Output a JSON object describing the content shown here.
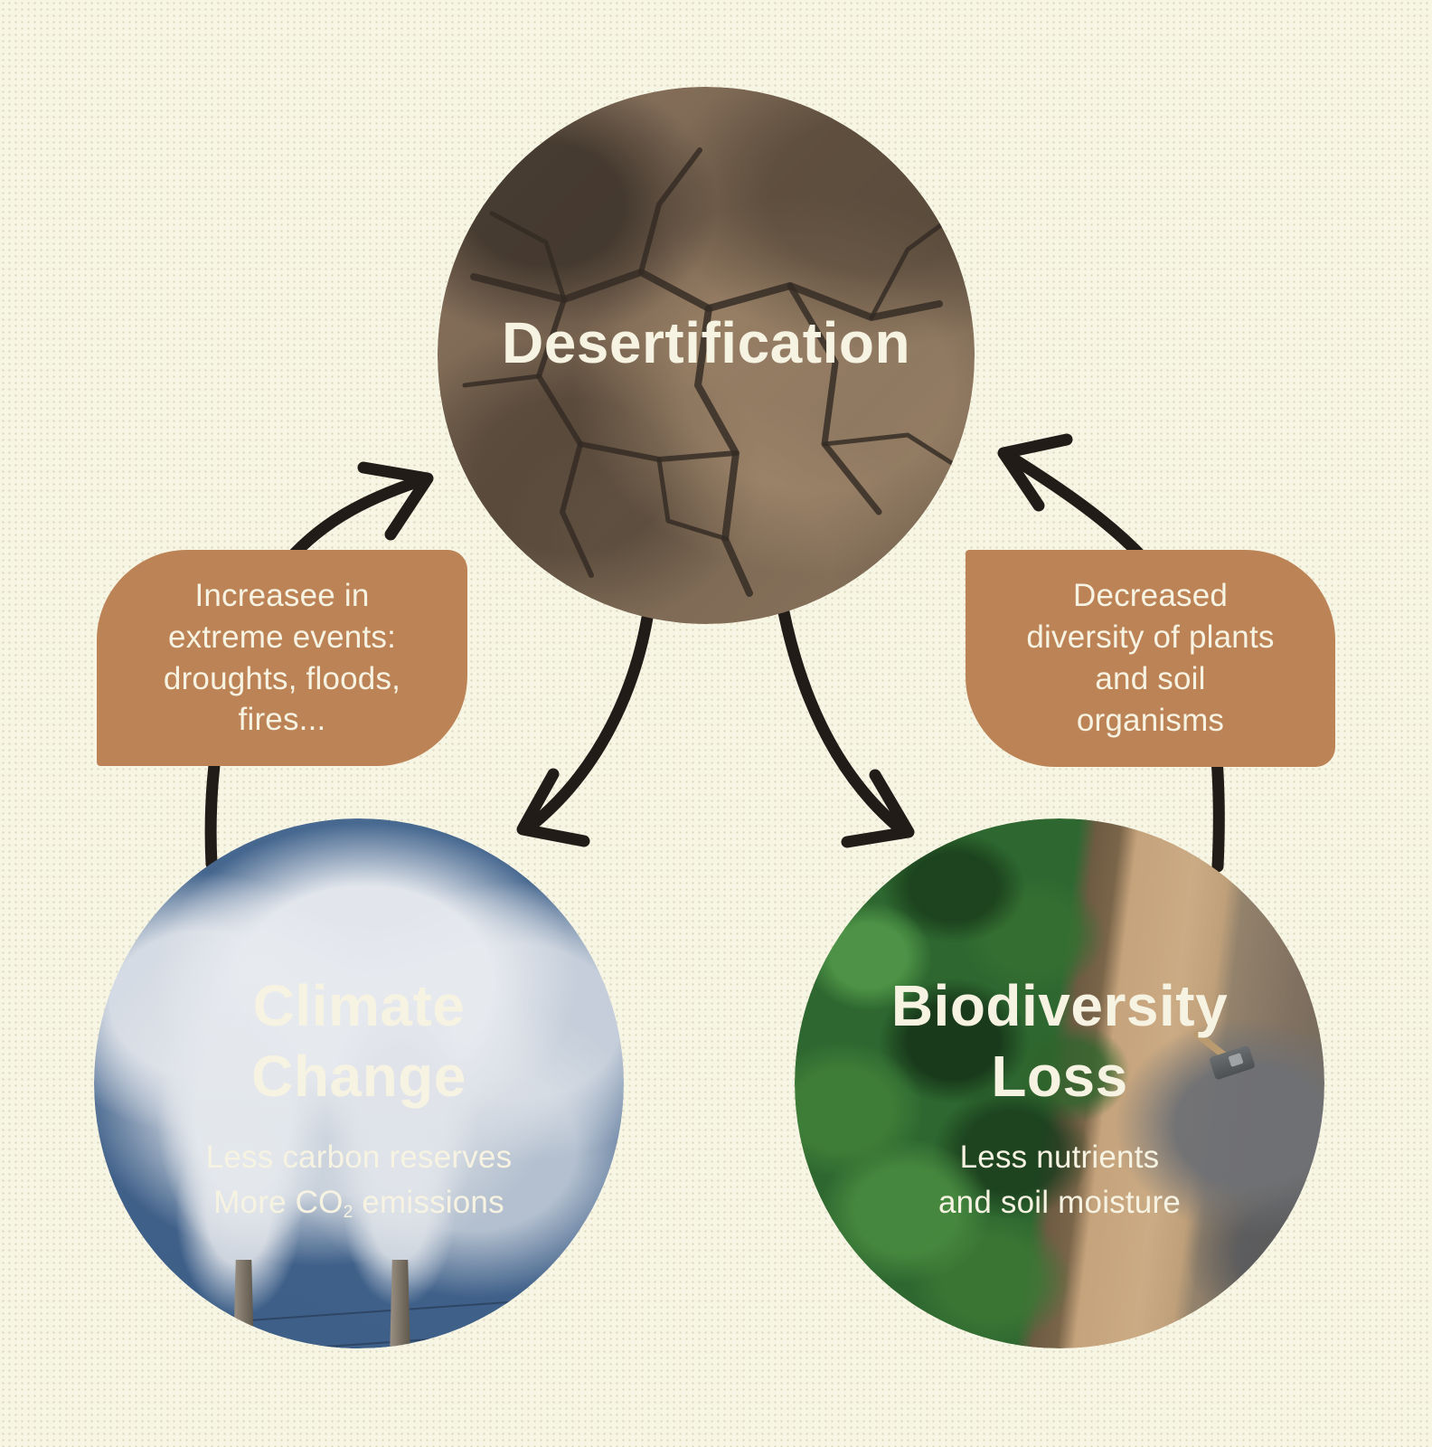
{
  "palette": {
    "background": "#F7F5E4",
    "callout_brown": "#BC8356",
    "arrow_black": "#211C18",
    "text_cream": "#F7F3E2",
    "sky_blue": "#41628B",
    "forest_green": "#2E6830",
    "road_tan": "#C5A37C",
    "soil_brown": "#796450"
  },
  "nodes": {
    "desertification": {
      "title": "Desertification"
    },
    "climate_change": {
      "title_lines": [
        "Climate",
        "Change"
      ],
      "subtitle_line1": "Less carbon reserves",
      "co2_prefix": "More CO",
      "co2_subscript": "2",
      "co2_suffix": " emissions"
    },
    "biodiversity_loss": {
      "title_lines": [
        "Biodiversity",
        "Loss"
      ],
      "subtitle_lines": [
        "Less nutrients",
        "and soil moisture"
      ]
    }
  },
  "callouts": {
    "left": {
      "lines": [
        "Increasee in",
        "extreme events:",
        "droughts, floods,",
        "fires..."
      ]
    },
    "right": {
      "lines": [
        "Decreased",
        "diversity of plants",
        "and soil",
        "organisms"
      ]
    }
  }
}
